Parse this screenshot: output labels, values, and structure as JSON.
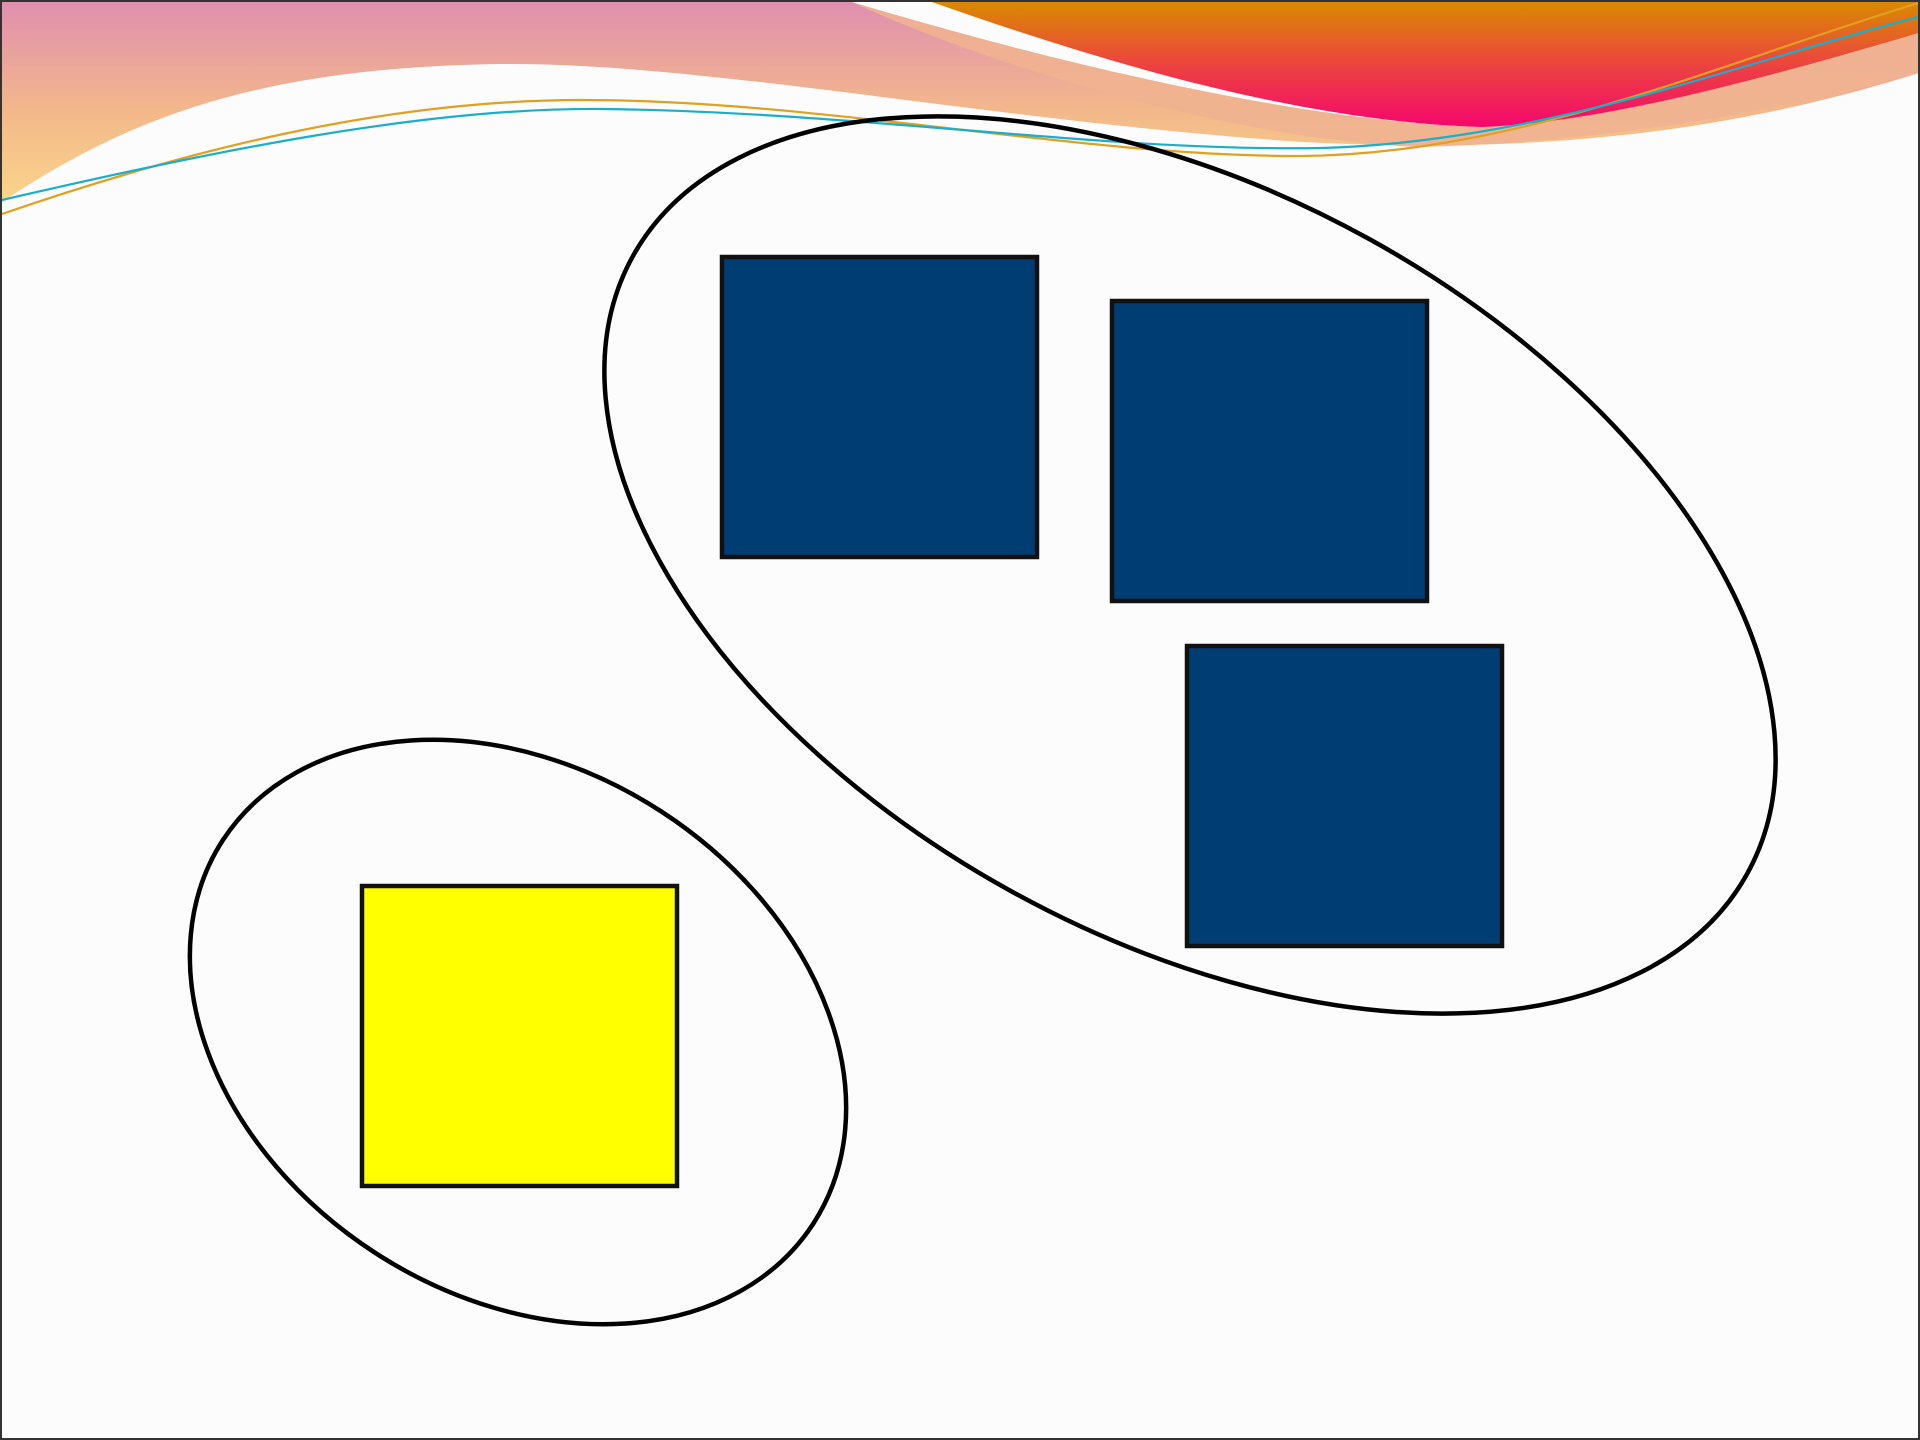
{
  "slide": {
    "background_color": "#fcfcfc",
    "border_color": "#333333"
  },
  "header_decoration": {
    "description_icon": "wave-swoosh-banner",
    "colors": {
      "pink": "#e08fb0",
      "peach": "#f3b88a",
      "light_yellow": "#fad58a",
      "orange": "#e38a17",
      "magenta": "#f5076d",
      "gold_line": "#e0a020",
      "cyan_line": "#1aaecb"
    }
  },
  "diagram": {
    "groups": [
      {
        "id": "group-large",
        "outline_color": "#000000",
        "squares": [
          {
            "id": "square-1",
            "fill": "#003d73"
          },
          {
            "id": "square-2",
            "fill": "#003d73"
          },
          {
            "id": "square-3",
            "fill": "#003d73"
          }
        ]
      },
      {
        "id": "group-small",
        "outline_color": "#000000",
        "squares": [
          {
            "id": "square-4",
            "fill": "#ffff00"
          }
        ]
      }
    ]
  }
}
